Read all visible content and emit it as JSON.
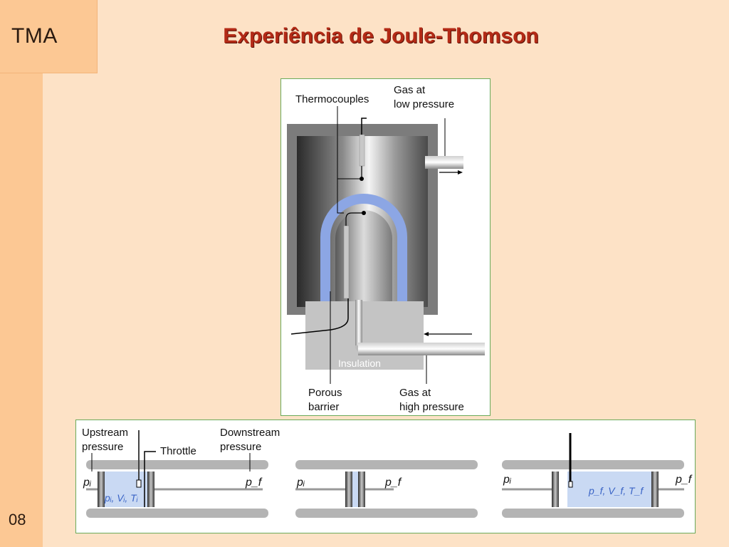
{
  "header": {
    "brand": "TMA",
    "title": "Experiência de Joule-Thomson",
    "page_number": "08"
  },
  "apparatus": {
    "labels": {
      "thermocouples": "Thermocouples",
      "gas_low_line1": "Gas at",
      "gas_low_line2": "low pressure",
      "insulation": "Insulation",
      "porous_line1": "Porous",
      "porous_line2": "barrier",
      "gas_high_line1": "Gas at",
      "gas_high_line2": "high pressure"
    }
  },
  "stages": {
    "upstream_line1": "Upstream",
    "upstream_line2": "pressure",
    "throttle": "Throttle",
    "downstream_line1": "Downstream",
    "downstream_line2": "pressure",
    "stage1": {
      "left": "pᵢ",
      "right": "p_f",
      "state": "pᵢ, Vᵢ, Tᵢ"
    },
    "stage2": {
      "left": "pᵢ",
      "right": "p_f"
    },
    "stage3": {
      "left": "pᵢ",
      "right": "p_f",
      "state": "p_f, V_f, T_f"
    }
  },
  "colors": {
    "title": "#b32a16",
    "accent_orange": "#fcc894",
    "background": "#fde2c6",
    "gas_blue": "#c9d9f3",
    "barrier_blue": "#8ca6e4",
    "frame_green": "#6aaa5a"
  }
}
